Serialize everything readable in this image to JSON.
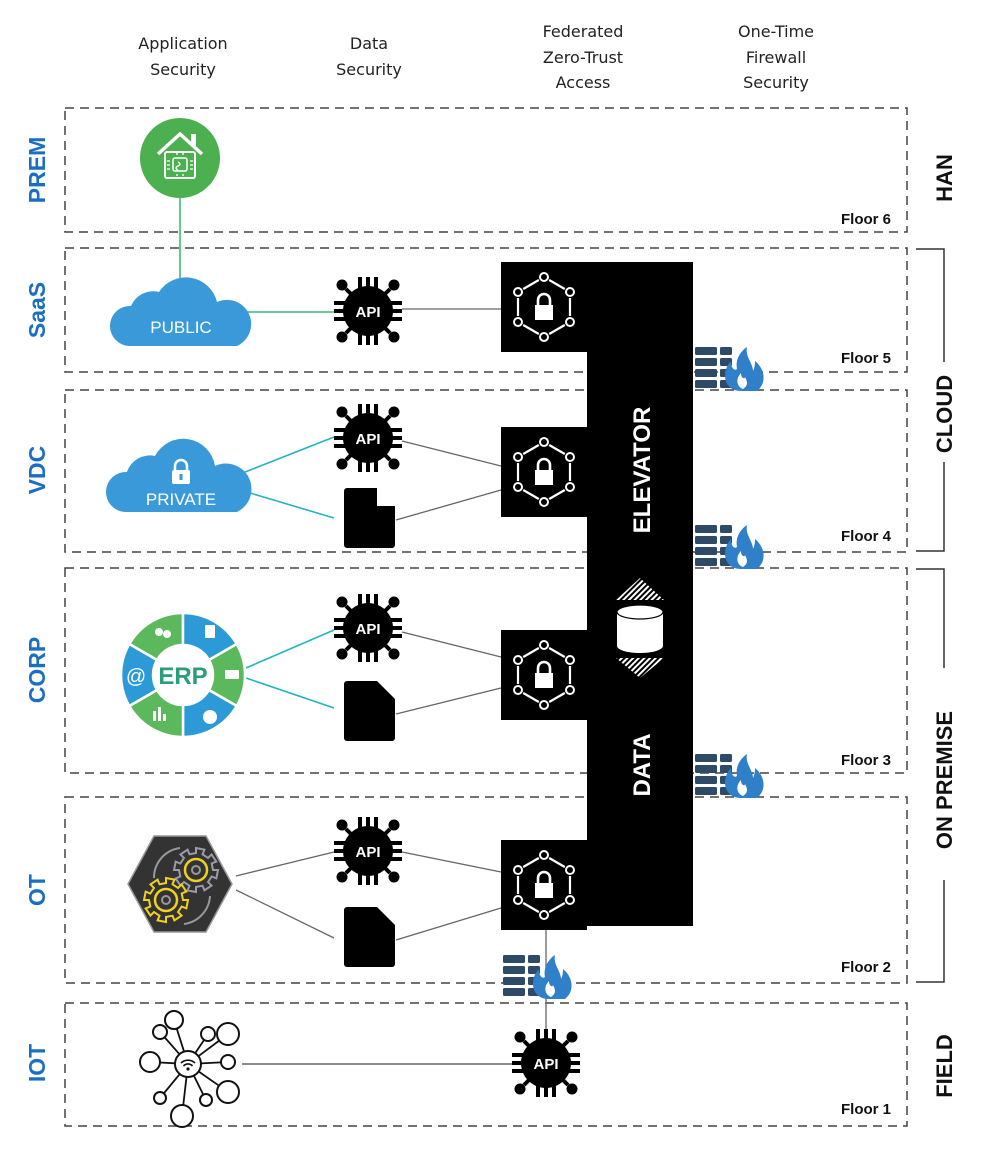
{
  "columns": [
    {
      "lines": [
        "Application",
        "Security"
      ]
    },
    {
      "lines": [
        "Data",
        "Security"
      ]
    },
    {
      "lines": [
        "Federated",
        "Zero-Trust",
        "Access"
      ]
    },
    {
      "lines": [
        "One-Time",
        "Firewall",
        "Security"
      ]
    }
  ],
  "floors": [
    {
      "zone": "PREM",
      "floor_label": "Floor 6",
      "app": {
        "icon": "smart-home-icon",
        "label": ""
      }
    },
    {
      "zone": "SaaS",
      "floor_label": "Floor 5",
      "app": {
        "icon": "cloud-icon",
        "label": "PUBLIC"
      }
    },
    {
      "zone": "VDC",
      "floor_label": "Floor 4",
      "app": {
        "icon": "cloud-lock-icon",
        "label": "PRIVATE"
      }
    },
    {
      "zone": "CORP",
      "floor_label": "Floor 3",
      "app": {
        "icon": "erp-icon",
        "label": "ERP"
      }
    },
    {
      "zone": "OT",
      "floor_label": "Floor 2",
      "app": {
        "icon": "gears-icon",
        "label": ""
      }
    },
    {
      "zone": "IOT",
      "floor_label": "Floor 1",
      "app": {
        "icon": "iot-network-icon",
        "label": ""
      }
    }
  ],
  "right_groups": [
    {
      "label": "HAN"
    },
    {
      "label": "CLOUD"
    },
    {
      "label": "ON PREMISE"
    },
    {
      "label": "FIELD"
    }
  ],
  "api_label": "API",
  "elevator": {
    "top_label": "ELEVATOR",
    "bottom_label": "DATA"
  },
  "colors": {
    "zone_blue": "#1a6fc0",
    "cloud_blue": "#3a9ad9",
    "home_green": "#4caf50",
    "erp_green": "#5cb85c",
    "erp_blue": "#2d9ad8",
    "firewall_blue": "#2f7fc9",
    "brick_navy": "#2f4a66",
    "link_teal": "#23b4c0",
    "link_green": "#3cba74",
    "link_gray": "#666666"
  }
}
